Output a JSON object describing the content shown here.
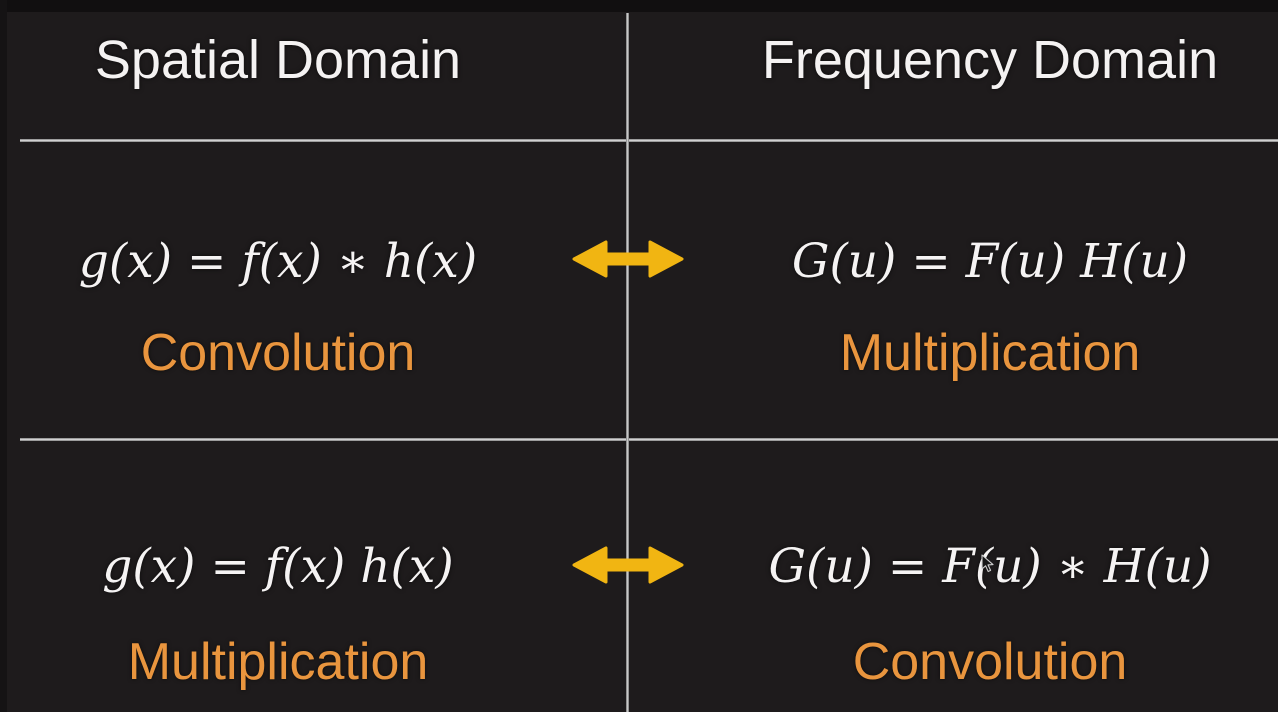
{
  "slide": {
    "background": "#1e1b1c",
    "divider_color": "#b3b3b3",
    "arrow_color": "#f1b512",
    "label_color": "#e9953e",
    "heading_color": "#f4f2f2"
  },
  "headers": {
    "left": "Spatial Domain",
    "right": "Frequency Domain"
  },
  "rows": [
    {
      "spatial": {
        "equation": "g(x) = f(x) ∗ h(x)",
        "label": "Convolution"
      },
      "frequency": {
        "equation": "G(u) = F(u) H(u)",
        "label": "Multiplication"
      }
    },
    {
      "spatial": {
        "equation": "g(x) = f(x) h(x)",
        "label": "Multiplication"
      },
      "frequency": {
        "equation": "G(u) = F(u) ∗ H(u)",
        "label": "Convolution"
      }
    }
  ],
  "icons": {
    "equivalence_arrow": "left-right-arrow-icon",
    "pointer": "mouse-cursor-icon"
  }
}
